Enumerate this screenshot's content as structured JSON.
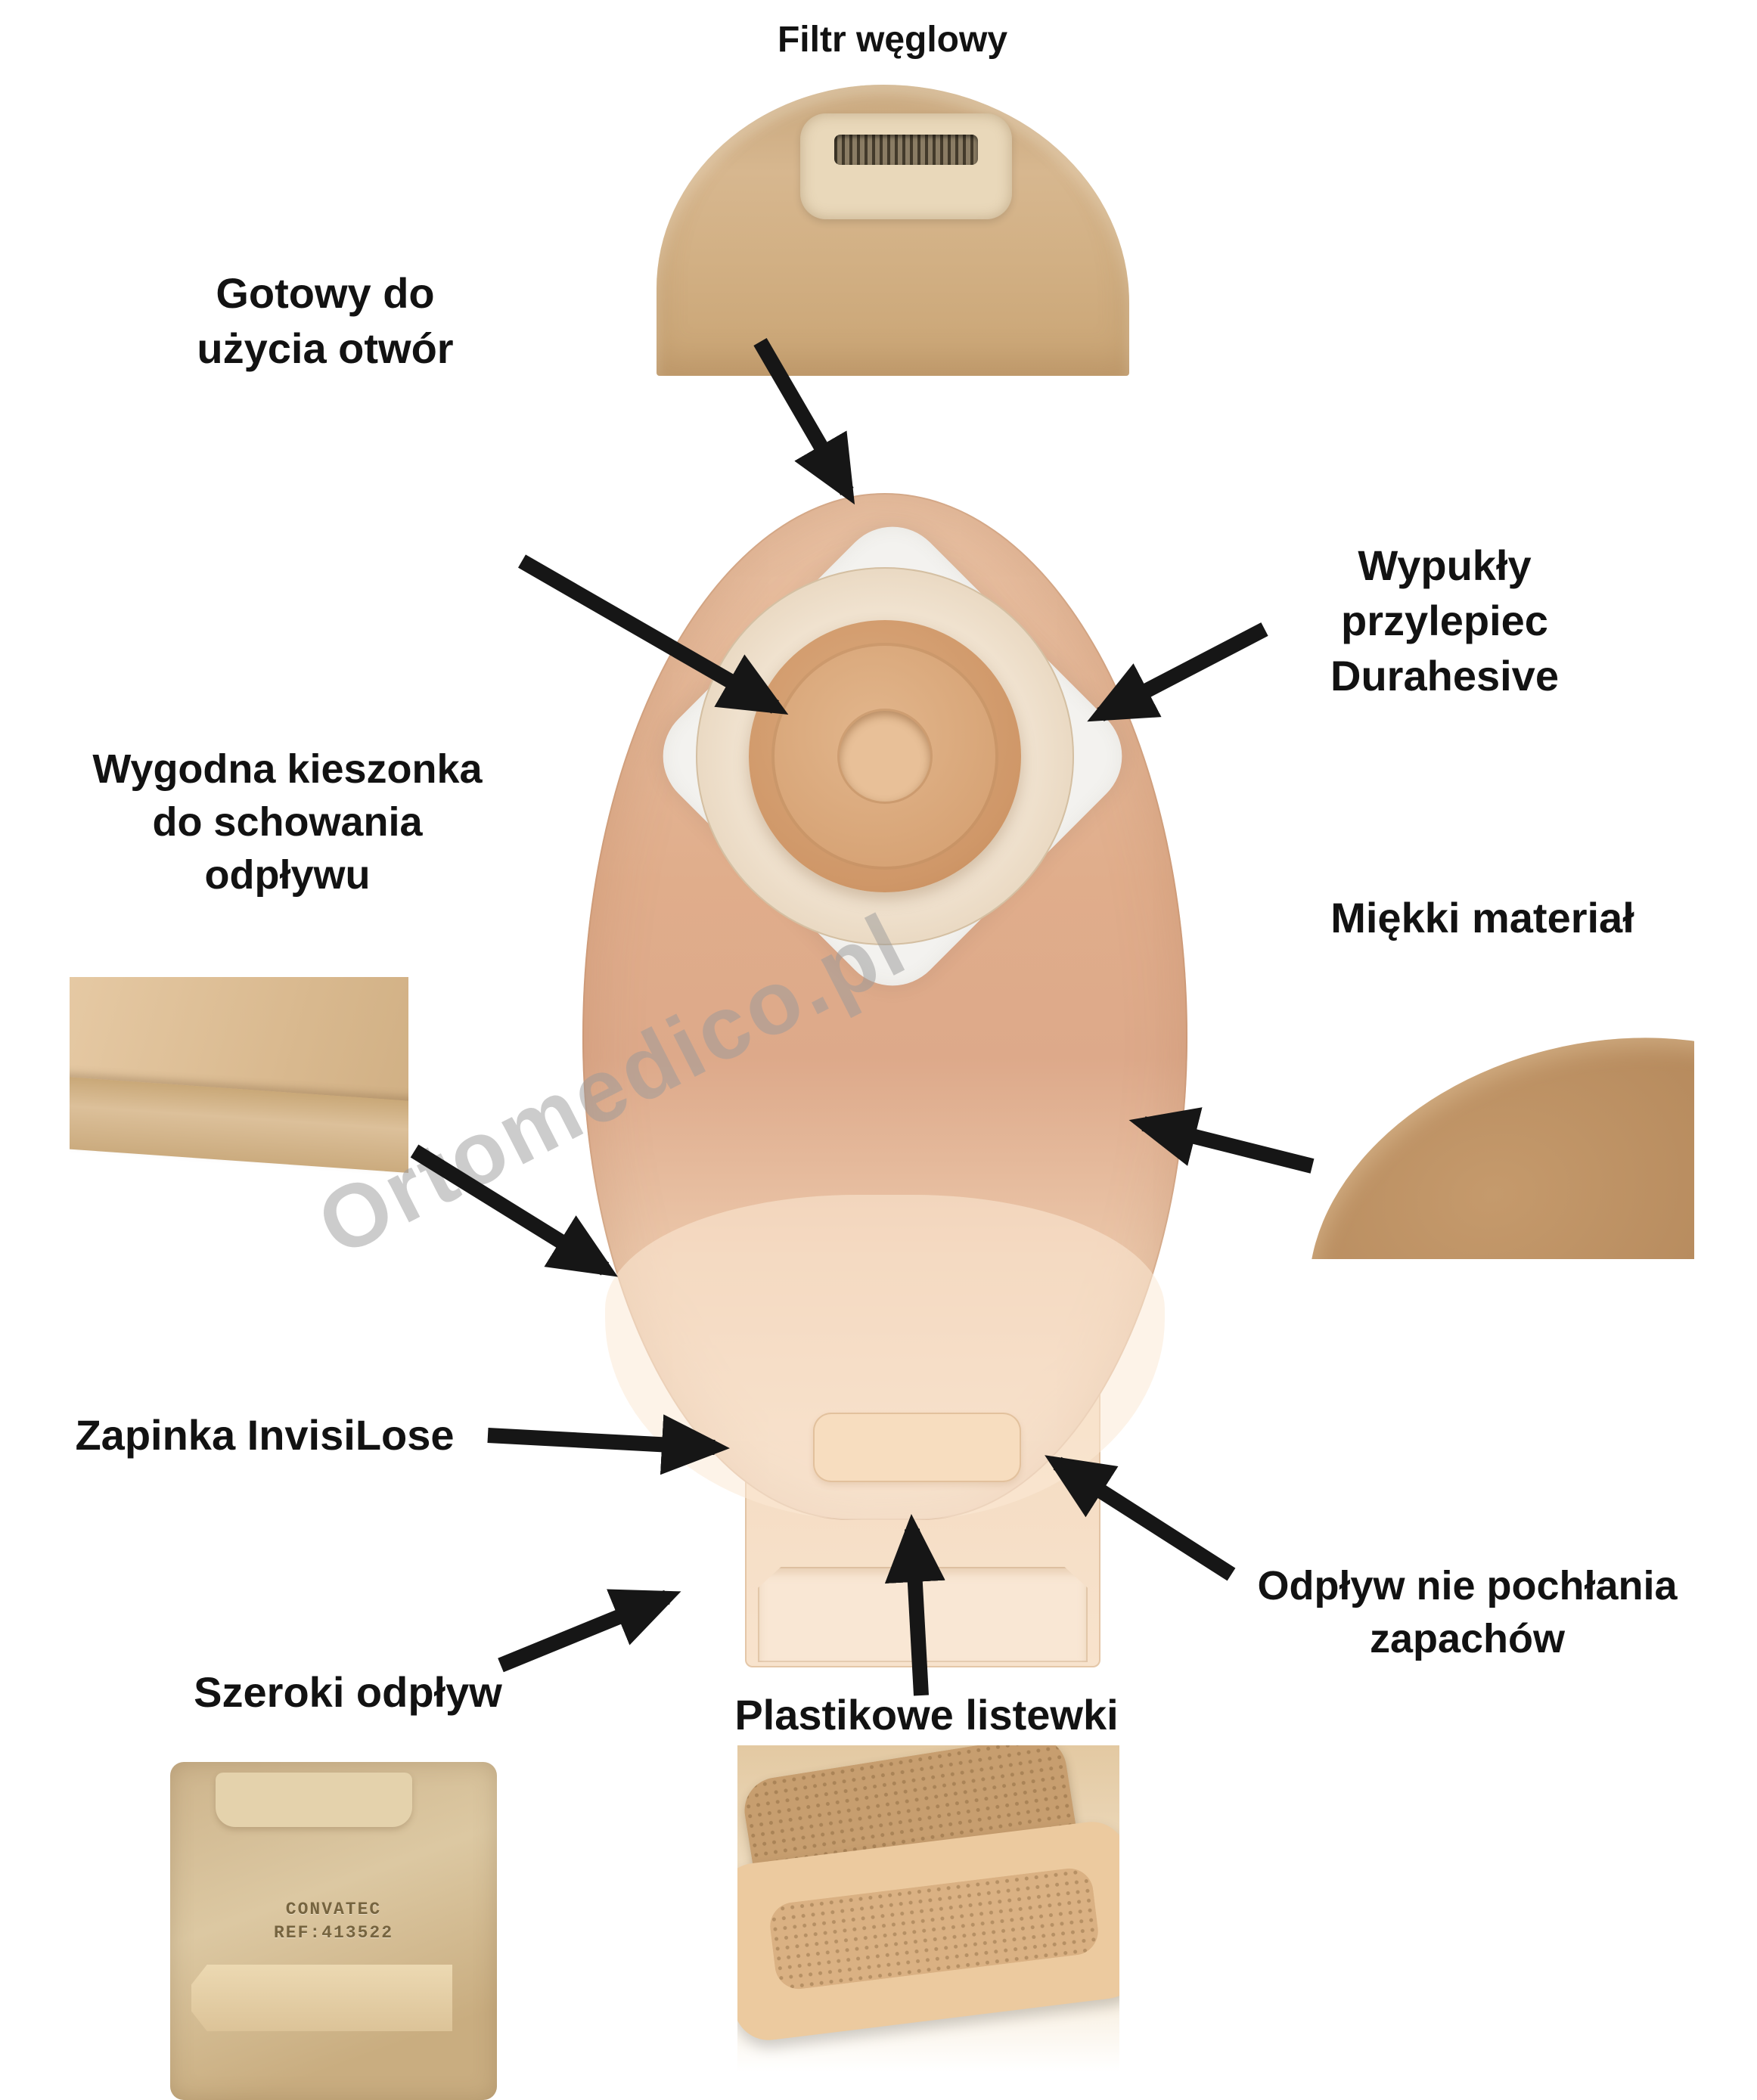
{
  "labels": {
    "filter": "Filtr węglowy",
    "ready_opening": "Gotowy do\nużycia otwór",
    "convex_adhesive": "Wypukły\nprzylepiec\nDurahesive",
    "pocket": "Wygodna kieszonka\ndo schowania\nodpływu",
    "soft_material": "Miękki materiał",
    "invisiclose": "Zapinka InvisiLose",
    "odor_proof": "Odpływ nie pochłania\nzapachów",
    "wide_outlet": "Szeroki odpływ",
    "plastic_strips": "Plastikowe listewki"
  },
  "watermark": "Ortomedico.pl",
  "inset_outlet_photo": {
    "brand": "CONVATEC",
    "ref": "REF:413522"
  },
  "colors": {
    "pouch_beige": "#e0ad8b",
    "plate_white": "#f3f2ef",
    "barrier_tan": "#cf9768",
    "outlet_light": "#f8e3cd",
    "arrow_black": "#161616",
    "watermark_gray": "#9a9a9a"
  }
}
